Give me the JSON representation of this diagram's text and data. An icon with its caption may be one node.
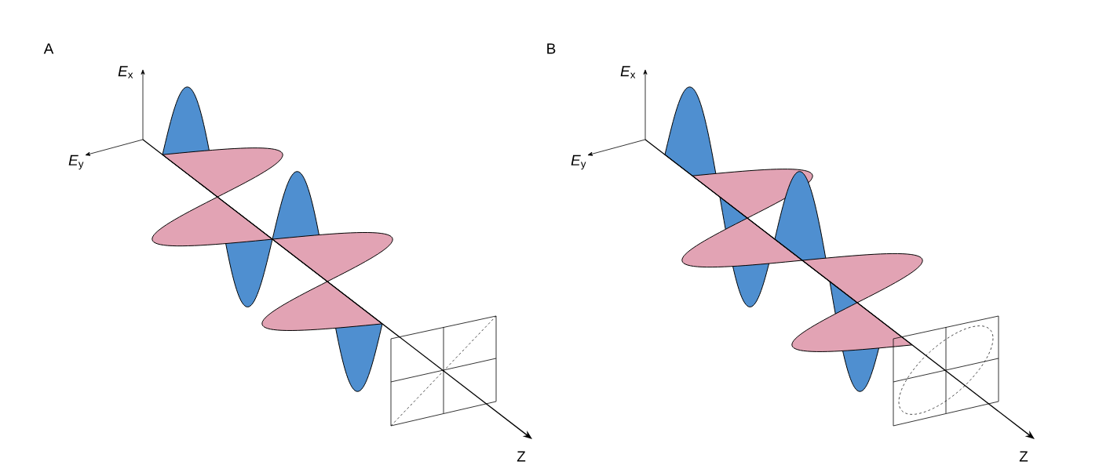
{
  "diagram": {
    "labels": [
      "A",
      "B",
      "*E*$_{x}$",
      "*E*$_{x}$",
      "*E*$_{y}$",
      "*E*$_{y}$",
      "Z",
      "Z"
    ]
  }
}
